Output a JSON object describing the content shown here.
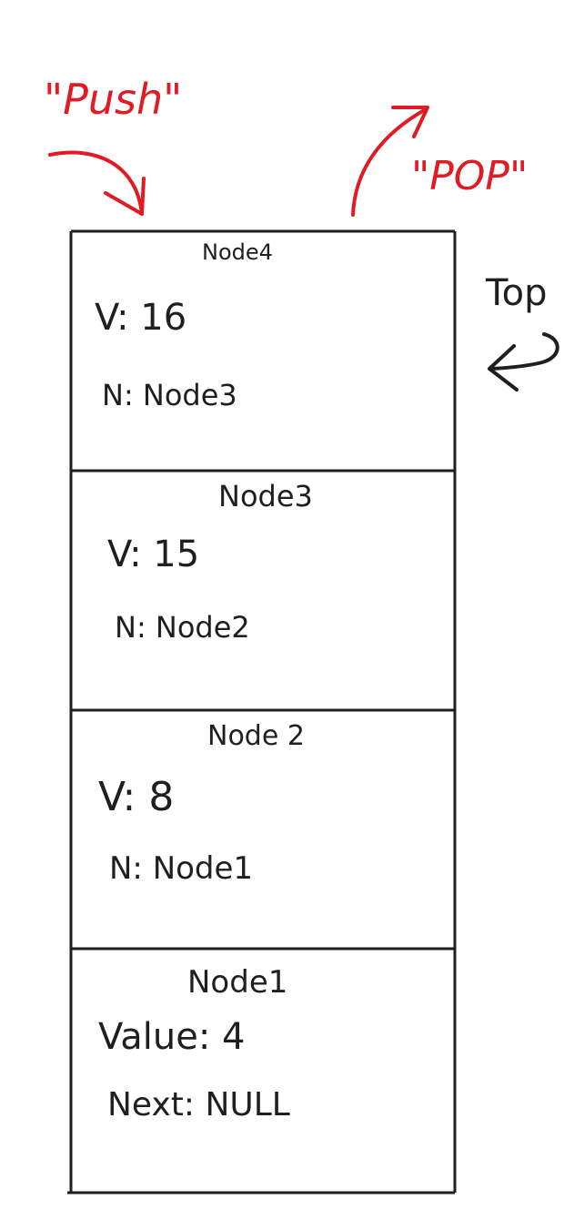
{
  "annotations": {
    "push_label": "\"Push\"",
    "pop_label": "\"POP\"",
    "top_label": "Top"
  },
  "colors": {
    "ink": "#1f1f1f",
    "accent": "#e01b24",
    "background": "#ffffff"
  },
  "stack": {
    "nodes": [
      {
        "title": "Node4",
        "line1": "V: 16",
        "line2": "N: Node3"
      },
      {
        "title": "Node3",
        "line1": "V: 15",
        "line2": "N: Node2"
      },
      {
        "title": "Node 2",
        "line1": "V: 8",
        "line2": "N: Node1"
      },
      {
        "title": "Node1",
        "line1": "Value: 4",
        "line2": "Next: NULL"
      }
    ]
  }
}
